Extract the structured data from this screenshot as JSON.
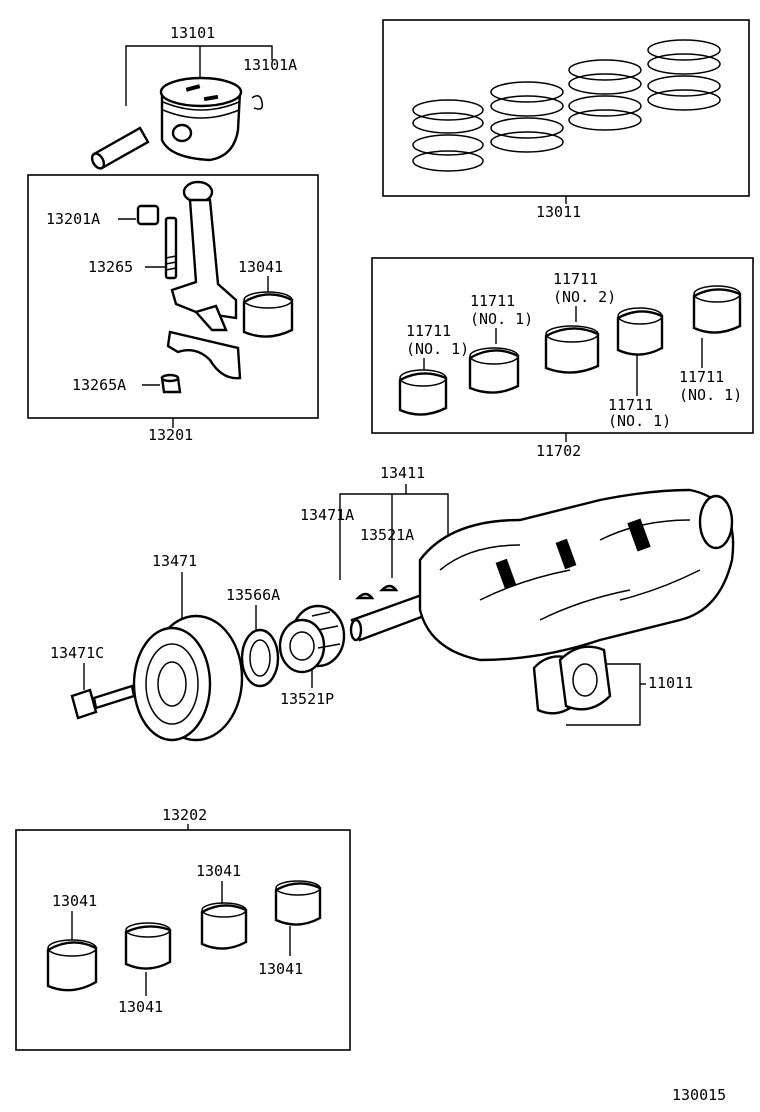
{
  "diagram_id": "130015",
  "labels": {
    "piston_set": "13101",
    "piston_clip": "13101A",
    "ring_set": "13011",
    "rod_bushing": "13201A",
    "rod_bolt": "13265",
    "rod_bearing_in_rod": "13041",
    "rod_nut": "13265A",
    "connecting_rod_assy": "13201",
    "main_bearing_1": "11711",
    "main_bearing_1_note": "(NO. 1)",
    "main_bearing_2": "11711",
    "main_bearing_2_note": "(NO. 1)",
    "main_bearing_3": "11711",
    "main_bearing_3_note": "(NO. 2)",
    "main_bearing_4": "11711",
    "main_bearing_4_note": "(NO. 1)",
    "main_bearing_5": "11711",
    "main_bearing_5_note": "(NO. 1)",
    "main_bearing_set": "11702",
    "crankshaft": "13411",
    "pulley_key": "13471A",
    "gear_key": "13521A",
    "crank_pulley": "13471",
    "oil_seal": "13566A",
    "pulley_bolt": "13471C",
    "timing_gear": "13521P",
    "thrust_washer": "11011",
    "rod_bearing_set": "13202",
    "set_bearing_1": "13041",
    "set_bearing_2": "13041",
    "set_bearing_3": "13041",
    "set_bearing_4": "13041"
  }
}
